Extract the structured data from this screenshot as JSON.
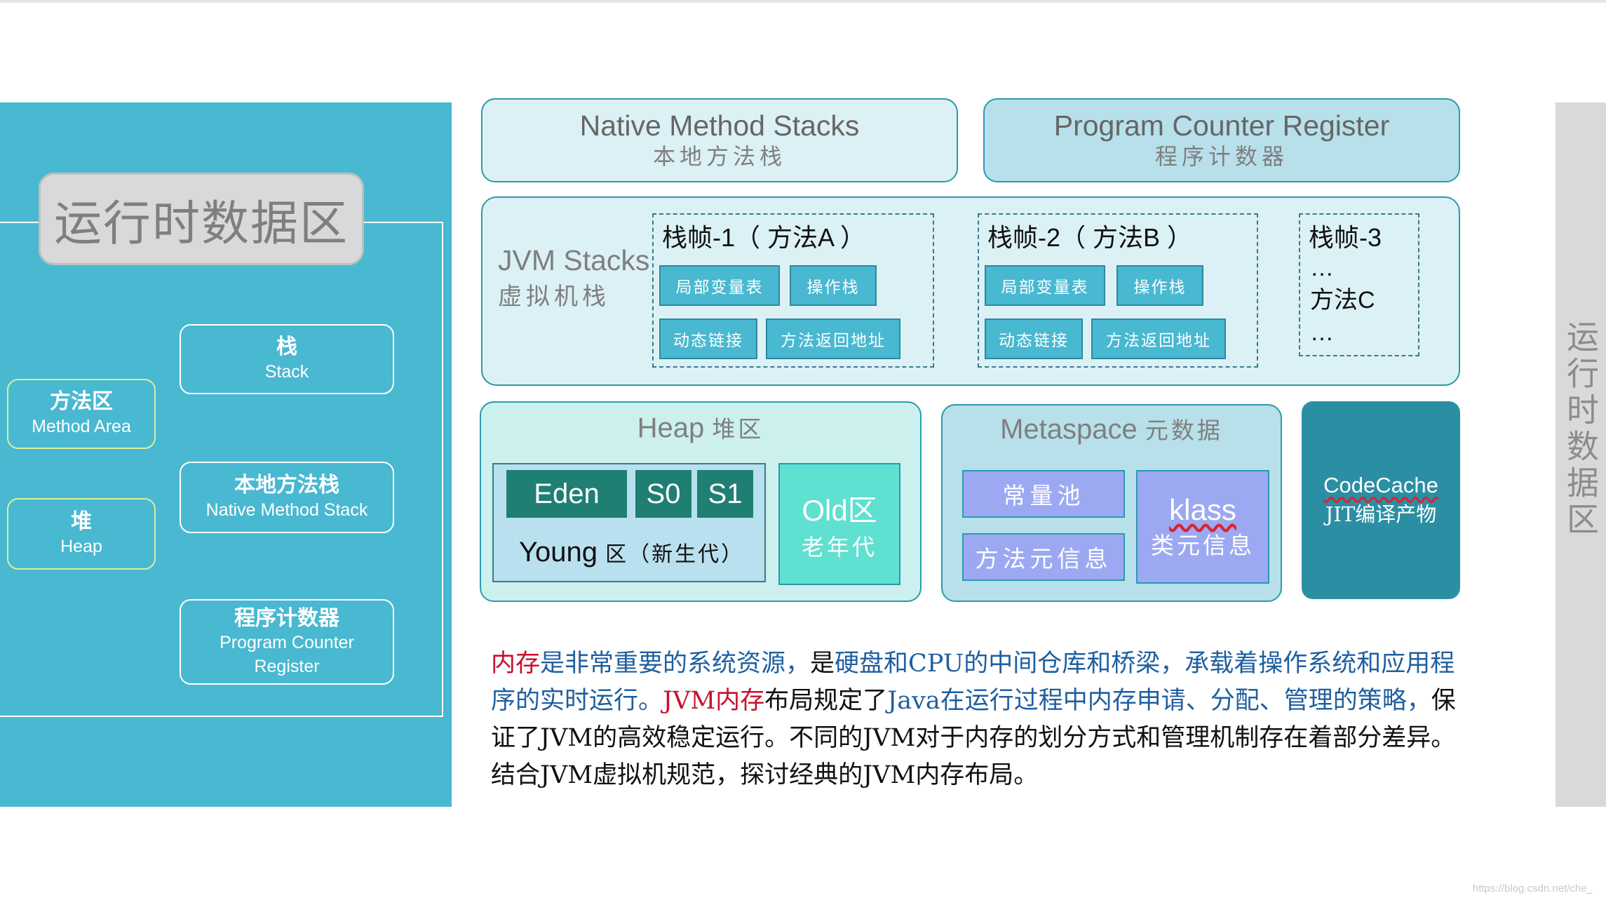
{
  "left_panel": {
    "title": "运行时数据区",
    "stack": {
      "zh": "栈",
      "en": "Stack"
    },
    "method_area": {
      "zh": "方法区",
      "en": "Method Area"
    },
    "native_method_stack": {
      "zh": "本地方法栈",
      "en": "Native Method Stack"
    },
    "heap": {
      "zh": "堆",
      "en": "Heap"
    },
    "pc_register": {
      "zh": "程序计数器",
      "en_line1": "Program Counter",
      "en_line2": "Register"
    }
  },
  "side_label": "运行时数据区",
  "native_method_stacks": {
    "en": "Native Method Stacks",
    "zh": "本地方法栈"
  },
  "program_counter_register": {
    "en": "Program Counter Register",
    "zh": "程序计数器"
  },
  "jvm_stacks": {
    "en": "JVM Stacks",
    "zh": "虚拟机栈",
    "frame1": {
      "title": "栈帧-1（ 方法A ）",
      "local_vars": "局部变量表",
      "operand_stack": "操作栈",
      "dynamic_link": "动态链接",
      "return_addr": "方法返回地址"
    },
    "frame2": {
      "title": "栈帧-2（ 方法B ）",
      "local_vars": "局部变量表",
      "operand_stack": "操作栈",
      "dynamic_link": "动态链接",
      "return_addr": "方法返回地址"
    },
    "frame3": {
      "title": "栈帧-3",
      "dots1": "…",
      "method": "方法C",
      "dots2": "…"
    }
  },
  "heap": {
    "title_en": "Heap",
    "title_zh": "堆区",
    "eden": "Eden",
    "s0": "S0",
    "s1": "S1",
    "young_en": "Young",
    "young_zh": "区（新生代）",
    "old_en": "Old区",
    "old_zh": "老年代"
  },
  "metaspace": {
    "title_en": "Metaspace",
    "title_zh": "元数据",
    "constant_pool": "常量池",
    "method_meta": "方法元信息",
    "klass_en": "klass",
    "klass_zh": "类元信息"
  },
  "codecache": {
    "en": "CodeCache",
    "zh": "JIT编译产物"
  },
  "paragraph": {
    "p1": "内存",
    "p2": "是非常重要的系统资源，",
    "p3": "是",
    "p4": "硬盘和CPU的中间仓库和桥梁，承载着操作系统和应用程序的实时运行。",
    "p5": "JVM内存",
    "p6": "布局规定了",
    "p7": "Java在运行过程中内存申请、分配、管理的策略，",
    "p8": "保证了JVM的高效稳定运行。不同的JVM对于内存的划分方式和管理机制存在着部分差异。结合JVM虚拟机规范，探讨经典的JVM内存布局。"
  },
  "watermark": "https://blog.csdn.net/che_"
}
